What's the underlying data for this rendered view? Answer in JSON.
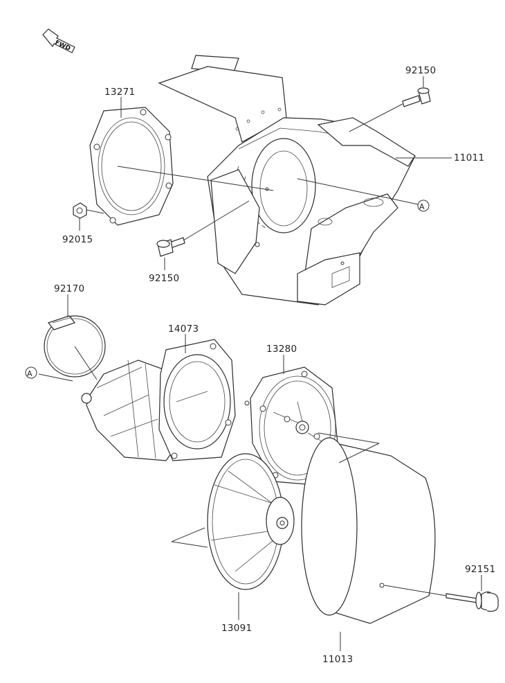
{
  "fwd_indicator": "FWD",
  "parts": [
    {
      "number": "92150"
    },
    {
      "number": "13271"
    },
    {
      "number": "11011"
    },
    {
      "number": "92015"
    },
    {
      "number": "92150"
    },
    {
      "number": "92170"
    },
    {
      "number": "14073"
    },
    {
      "number": "13280"
    },
    {
      "number": "13091"
    },
    {
      "number": "11013"
    },
    {
      "number": "92151"
    }
  ],
  "reference_marks": [
    {
      "letter": "A"
    },
    {
      "letter": "A"
    }
  ]
}
